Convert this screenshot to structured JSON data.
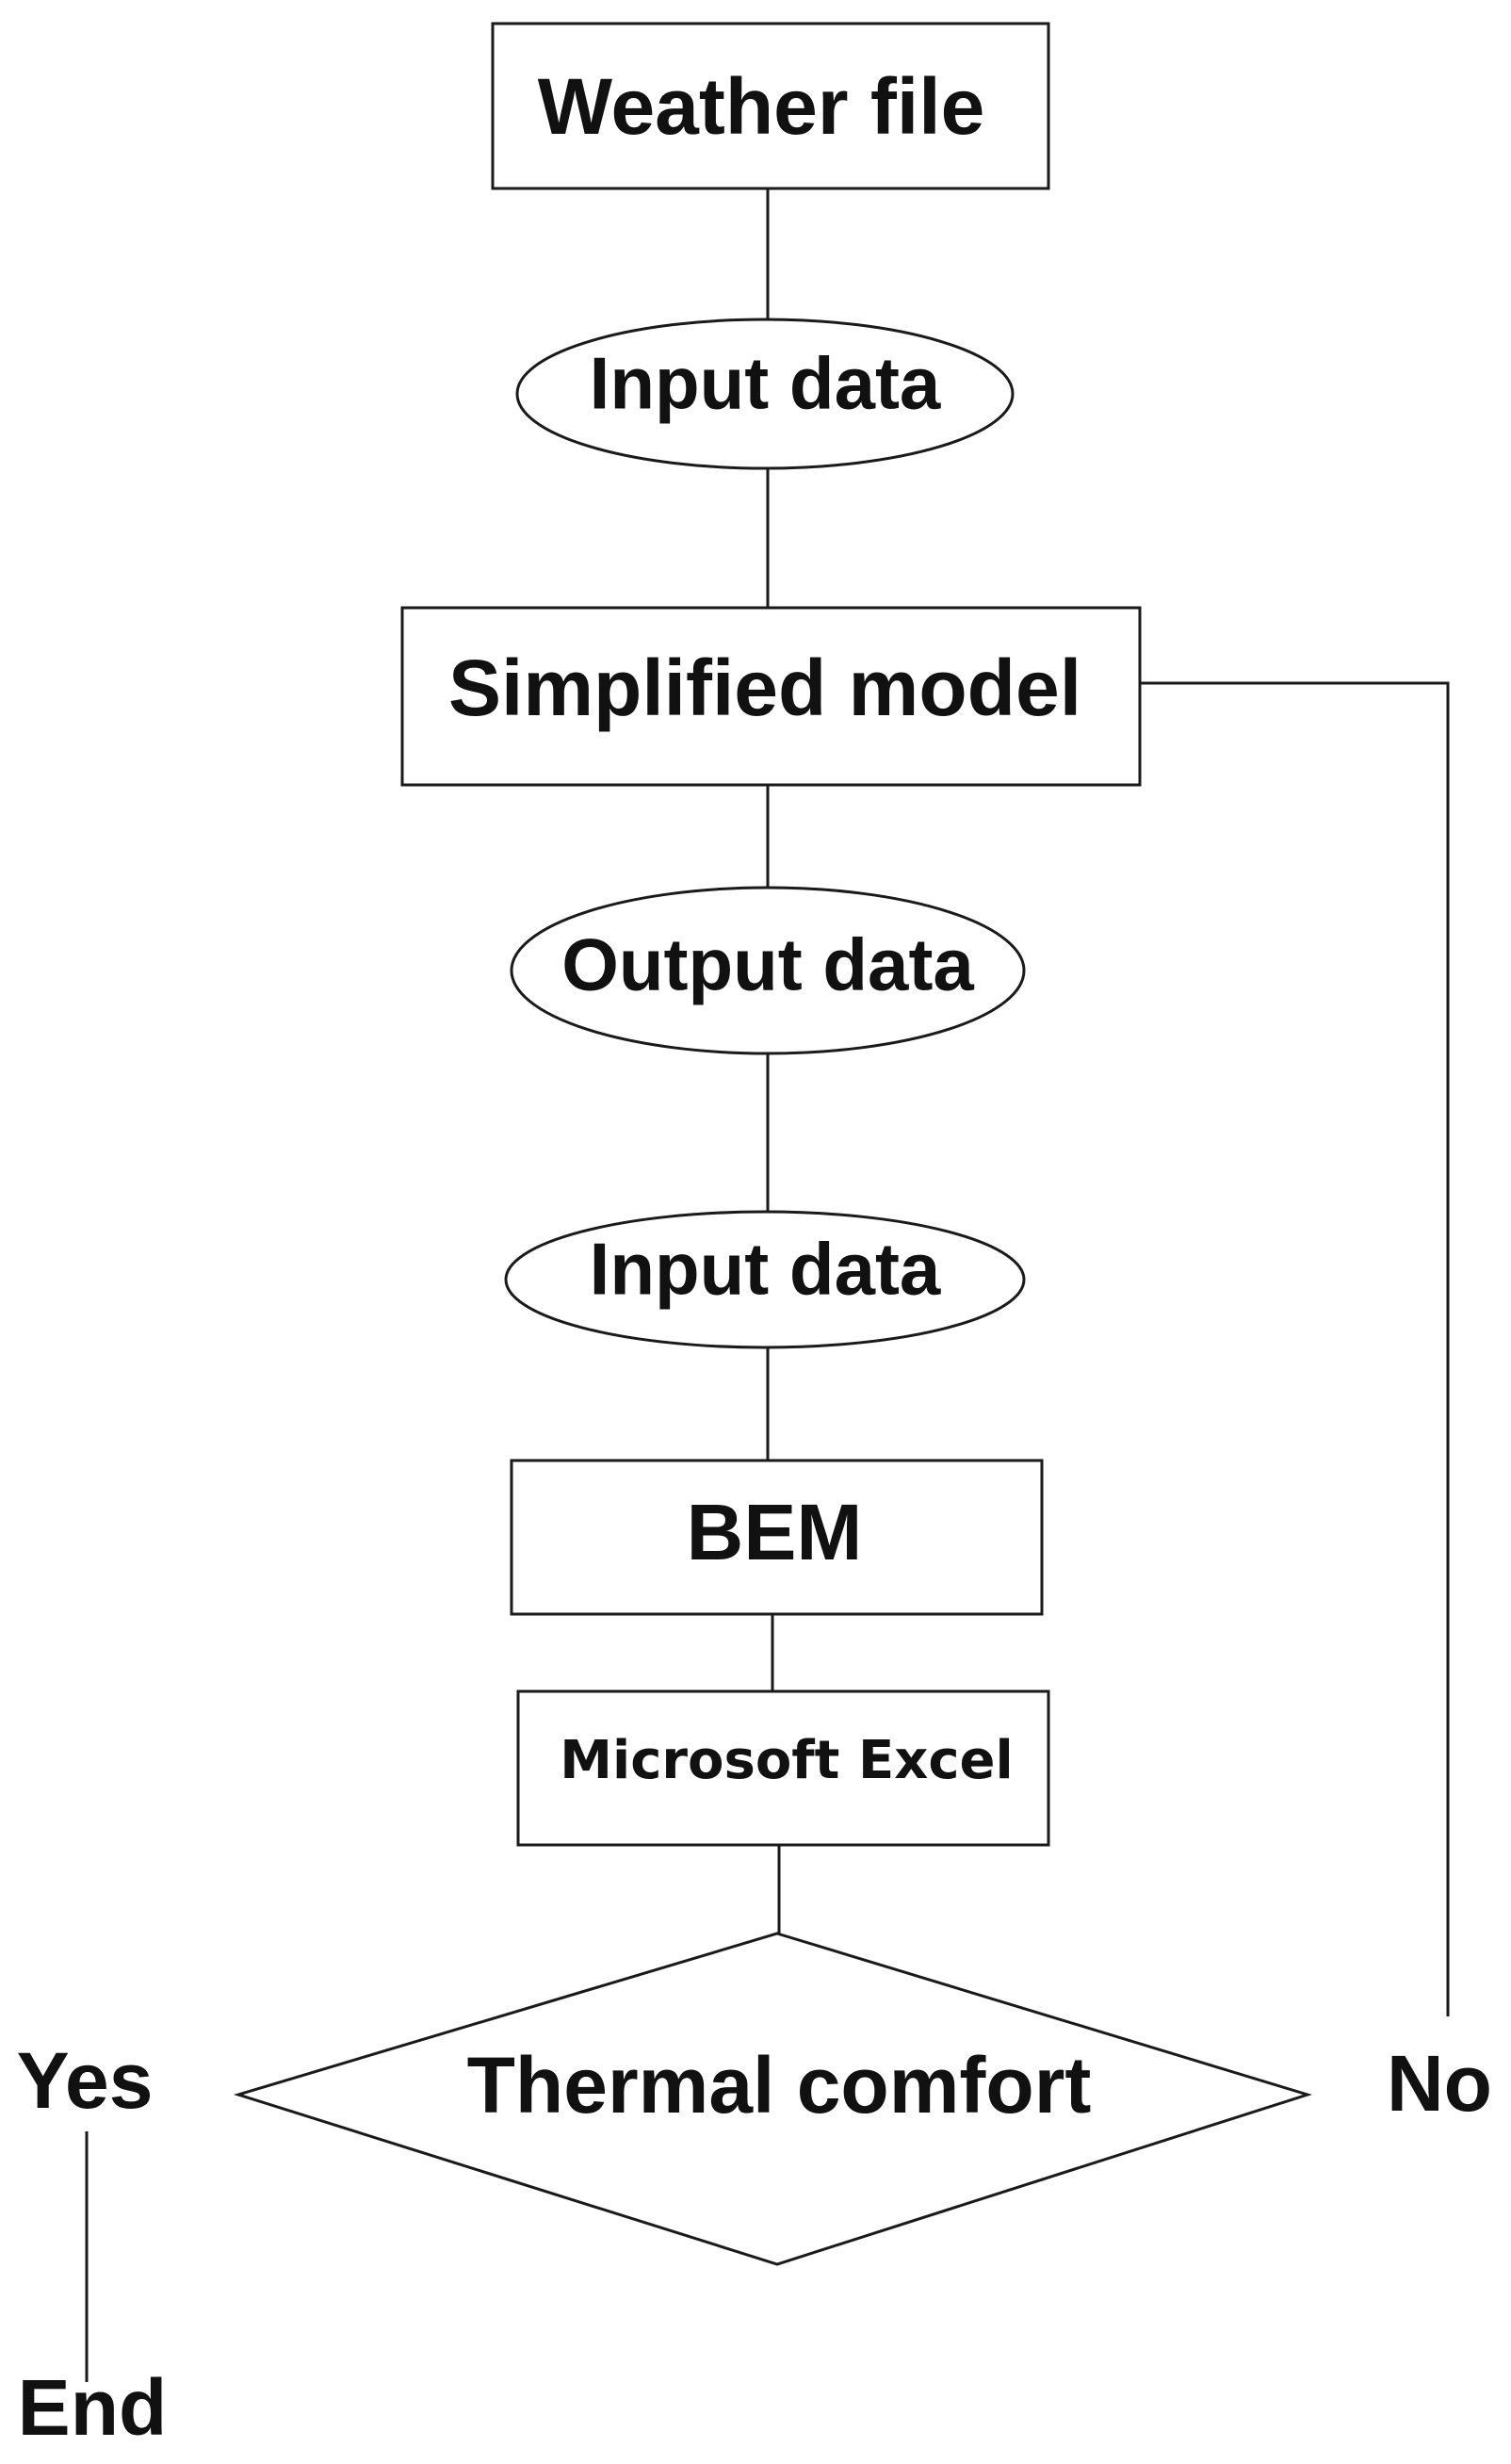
{
  "diagram": {
    "nodes": {
      "weather_file": {
        "label": "Weather file",
        "shape": "rectangle"
      },
      "input_data_1": {
        "label": "Input data",
        "shape": "ellipse"
      },
      "simplified_model": {
        "label": "Simplified model",
        "shape": "rectangle"
      },
      "output_data": {
        "label": "Output data",
        "shape": "ellipse"
      },
      "input_data_2": {
        "label": "Input data",
        "shape": "ellipse"
      },
      "bem": {
        "label": "BEM",
        "shape": "rectangle"
      },
      "microsoft_excel": {
        "label": "Microsoft Excel",
        "shape": "rectangle"
      },
      "thermal_comfort": {
        "label": "Thermal comfort",
        "shape": "diamond"
      }
    },
    "branches": {
      "yes": "Yes",
      "no": "No",
      "end": "End"
    },
    "edges": [
      [
        "weather_file",
        "input_data_1"
      ],
      [
        "input_data_1",
        "simplified_model"
      ],
      [
        "simplified_model",
        "output_data"
      ],
      [
        "output_data",
        "input_data_2"
      ],
      [
        "input_data_2",
        "bem"
      ],
      [
        "bem",
        "microsoft_excel"
      ],
      [
        "microsoft_excel",
        "thermal_comfort"
      ],
      [
        "thermal_comfort",
        "end",
        "yes"
      ],
      [
        "thermal_comfort",
        "simplified_model",
        "no"
      ]
    ]
  }
}
